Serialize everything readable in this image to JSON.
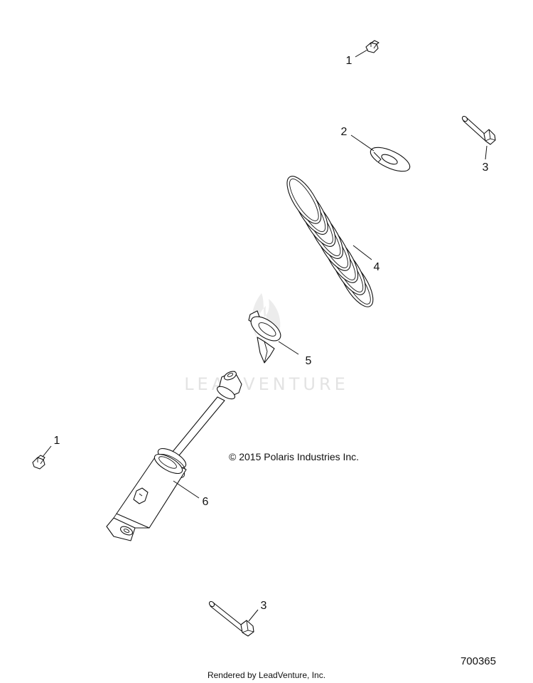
{
  "diagram": {
    "callouts": [
      "1",
      "2",
      "3",
      "4",
      "5",
      "1",
      "6",
      "3"
    ],
    "parts": [
      {
        "callout": "1",
        "icon": "flange-nut-icon"
      },
      {
        "callout": "2",
        "icon": "spring-retainer-icon"
      },
      {
        "callout": "3",
        "icon": "flange-bolt-icon"
      },
      {
        "callout": "4",
        "icon": "coil-spring-icon"
      },
      {
        "callout": "5",
        "icon": "spring-seat-icon"
      },
      {
        "callout": "6",
        "icon": "shock-absorber-icon"
      }
    ],
    "copyright": "© 2015 Polaris Industries Inc.",
    "figure_number": "700365",
    "watermark": "LEADVENTURE",
    "footer": "Rendered by LeadVenture, Inc."
  }
}
